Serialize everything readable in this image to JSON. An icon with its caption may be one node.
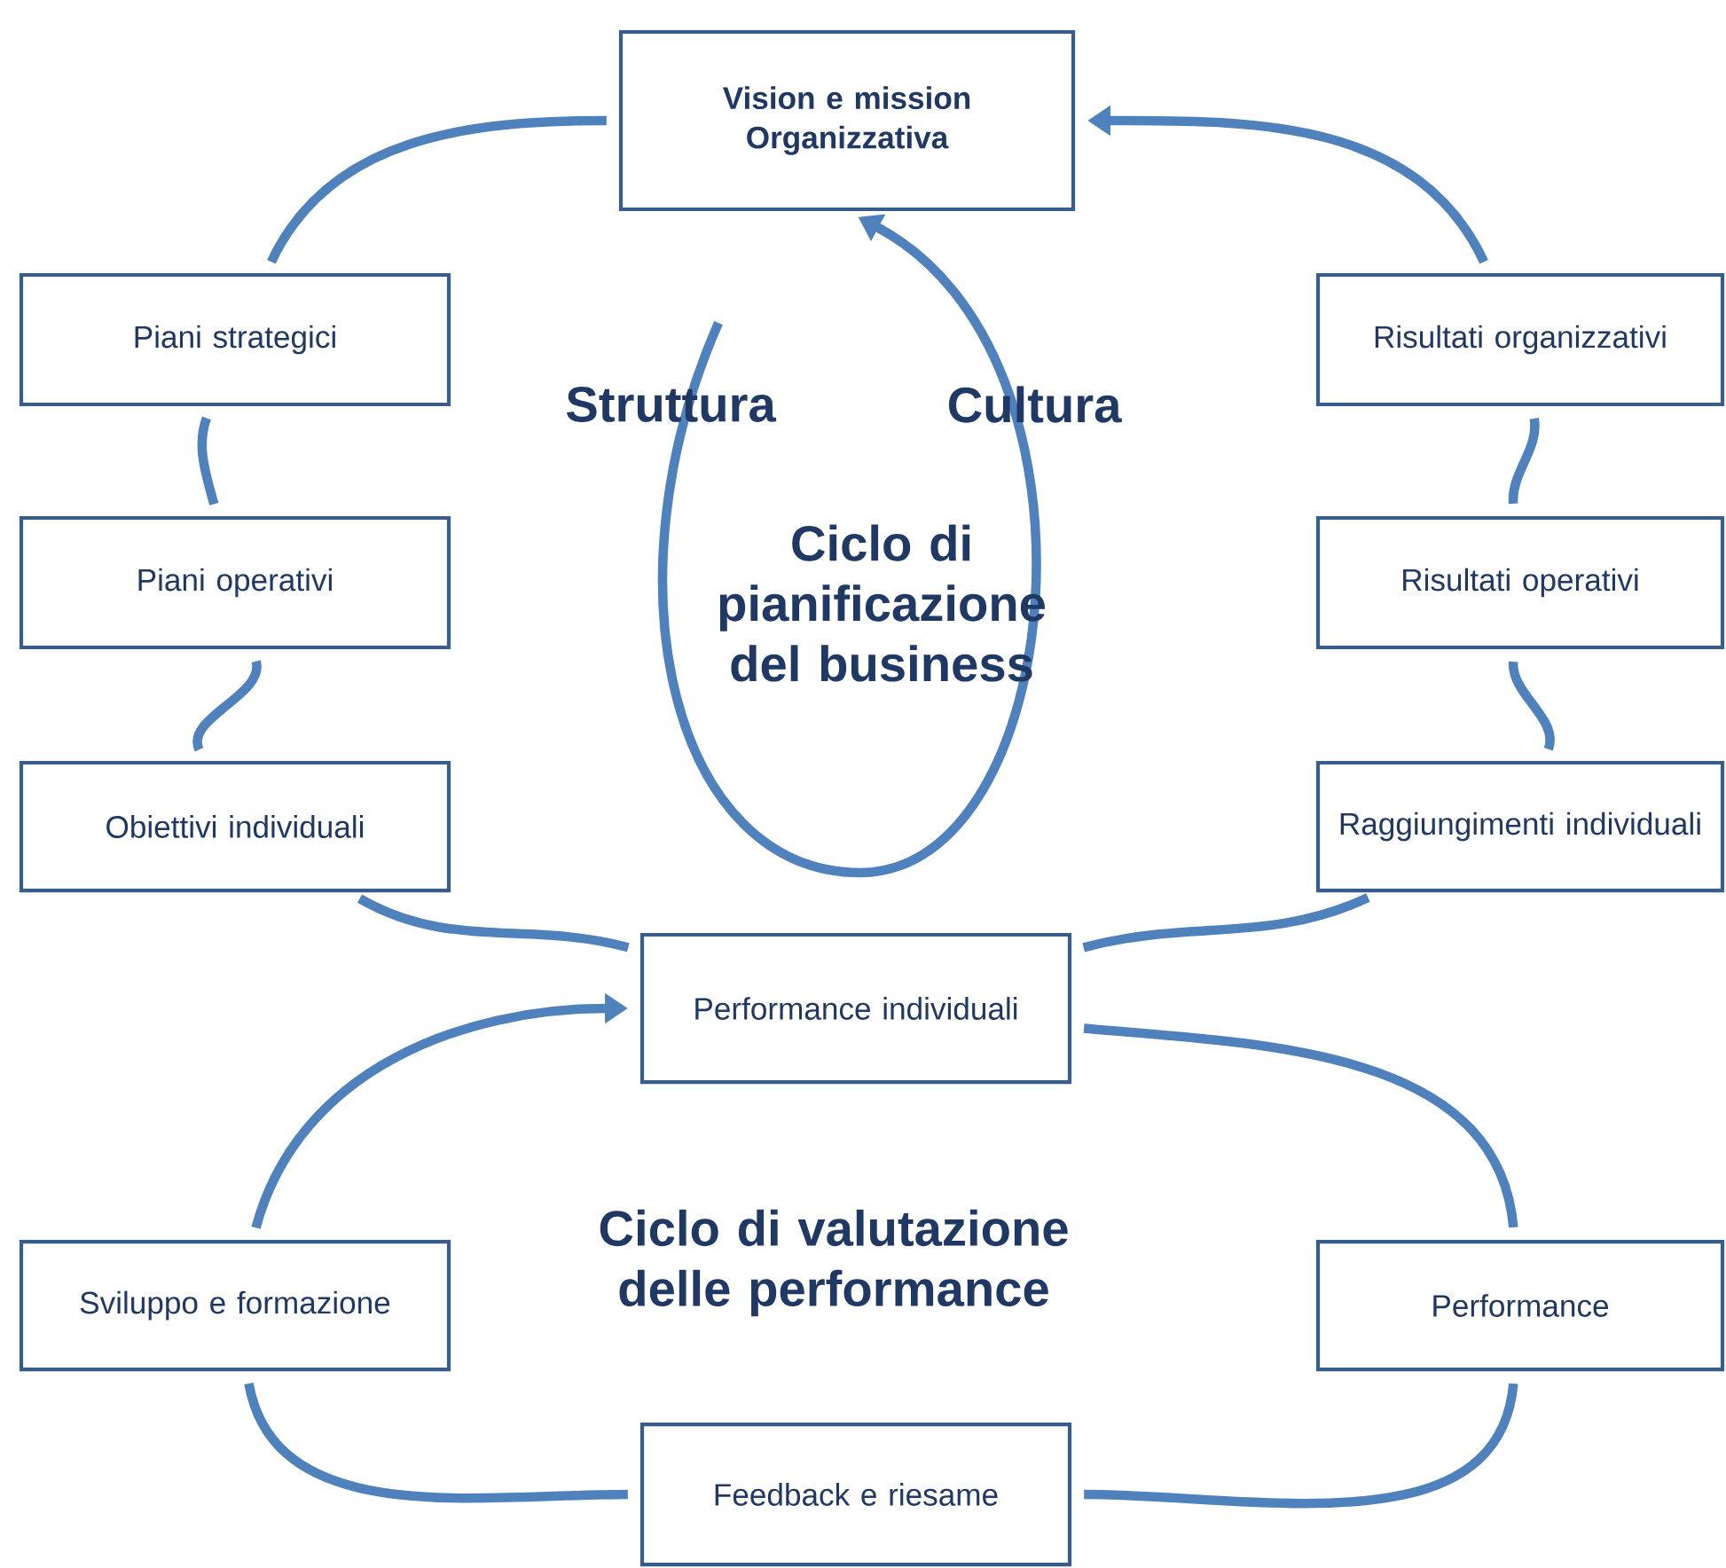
{
  "diagram": {
    "nodes": [
      {
        "text": [
          "Vision e mission Organizzativa"
        ]
      },
      {
        "text": [
          "Piani strategici"
        ]
      },
      {
        "text": [
          "Risultati organizzativi"
        ]
      },
      {
        "text": [
          "Piani operativi"
        ]
      },
      {
        "text": [
          "Risultati operativi"
        ]
      },
      {
        "text": [
          "Obiettivi individuali"
        ]
      },
      {
        "text": [
          "Raggiungimenti individuali"
        ]
      },
      {
        "text": [
          "Performance individuali"
        ]
      },
      {
        "text": [
          "Sviluppo e formazione"
        ]
      },
      {
        "text": [
          "Performance"
        ]
      },
      {
        "text": [
          "Feedback e riesame"
        ]
      }
    ],
    "edges": [
      {
        "from": 0,
        "to": 1,
        "arrow": "none"
      },
      {
        "from": 1,
        "to": 3,
        "arrow": "none"
      },
      {
        "from": 3,
        "to": 5,
        "arrow": "none"
      },
      {
        "from": 5,
        "to": 7,
        "arrow": "none"
      },
      {
        "from": 7,
        "to": 6,
        "arrow": "none"
      },
      {
        "from": 6,
        "to": 4,
        "arrow": "none"
      },
      {
        "from": 4,
        "to": 2,
        "arrow": "none"
      },
      {
        "from": 2,
        "to": 0,
        "arrow": "to"
      },
      {
        "from": 7,
        "to": 9,
        "arrow": "none"
      },
      {
        "from": 9,
        "to": 10,
        "arrow": "none"
      },
      {
        "from": 10,
        "to": 8,
        "arrow": "none"
      },
      {
        "from": 8,
        "to": 7,
        "arrow": "to"
      },
      {
        "from": null,
        "to": 0,
        "arrow": "to"
      }
    ],
    "labels": [
      "Struttura",
      "Cultura",
      "Ciclo di pianificazione del business",
      "Ciclo di valutazione delle performance"
    ]
  }
}
